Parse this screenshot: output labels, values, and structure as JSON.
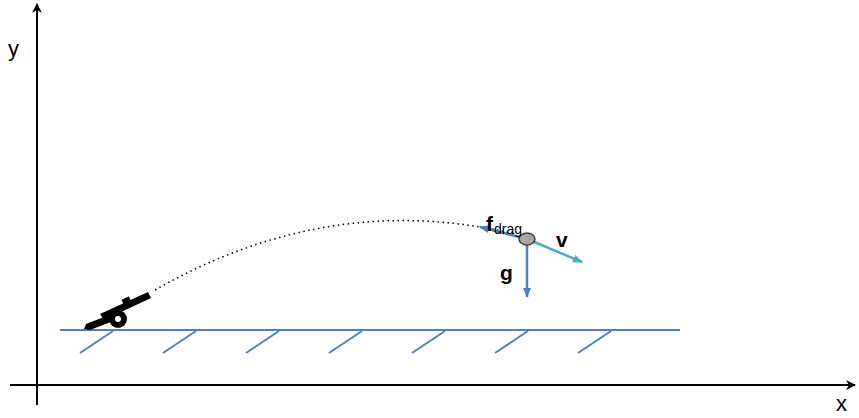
{
  "diagram": {
    "labels": [
      "y",
      "x",
      "f",
      "drag",
      "v",
      "g"
    ]
  }
}
